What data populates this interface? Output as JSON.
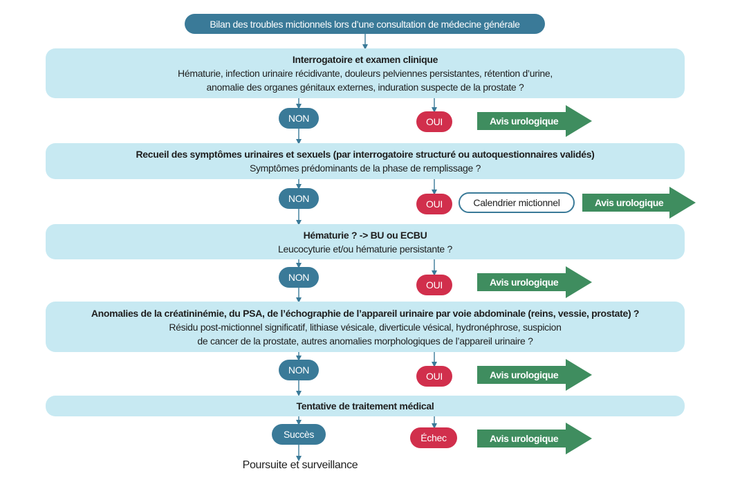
{
  "title": "Bilan des troubles mictionnels lors d’une consultation de médecine générale",
  "steps": [
    {
      "heading": "Interrogatoire et examen clinique",
      "lines": [
        "Hématurie, infection urinaire récidivante, douleurs pelviennes persistantes, rétention d’urine,",
        "anomalie des organes génitaux externes, induration suspecte de la prostate ?"
      ]
    },
    {
      "heading": "Recueil des symptômes urinaires et sexuels (par interrogatoire structuré ou autoquestionnaires validés)",
      "lines": [
        "Symptômes prédominants de la phase de remplissage ?"
      ]
    },
    {
      "heading": "Hématurie ? -> BU ou ECBU",
      "lines": [
        "Leucocyturie et/ou hématurie persistante ?"
      ]
    },
    {
      "heading": "Anomalies de la créatininémie, du PSA, de l’échographie de l’appareil urinaire par voie abdominale (reins, vessie, prostate) ?",
      "lines": [
        "Résidu post-mictionnel significatif, lithiase vésicale, diverticule vésical, hydronéphrose, suspicion",
        "de cancer de la prostate, autres anomalies morphologiques de l’appareil urinaire ?"
      ]
    },
    {
      "heading": "Tentative de traitement médical",
      "lines": []
    }
  ],
  "labels": {
    "non": "NON",
    "oui": "OUI",
    "succes": "Succès",
    "echec": "Échec",
    "avis": "Avis urologique",
    "calendrier": "Calendrier mictionnel",
    "final": "Poursuite et surveillance"
  },
  "colors": {
    "box": "#c7e9f2",
    "non": "#3a7a98",
    "oui": "#d12f4c",
    "avis": "#3f8d5f",
    "connector": "#3a7a98"
  }
}
